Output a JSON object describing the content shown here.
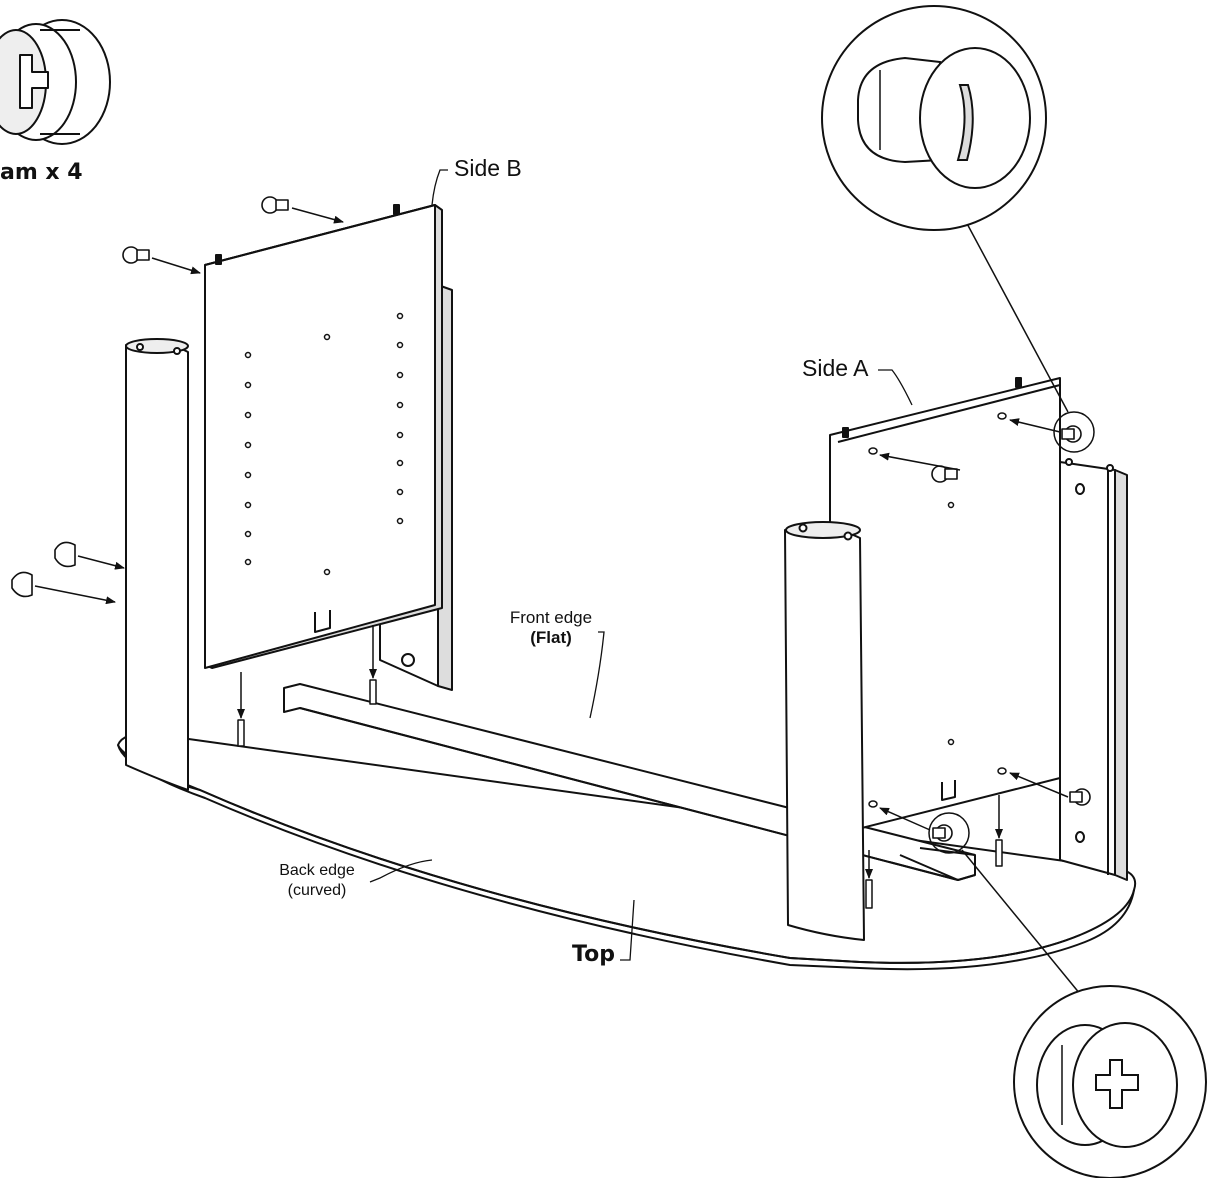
{
  "labels": {
    "cam_qty": "am x  4",
    "side_b": "Side B",
    "side_a": "Side A",
    "front_edge_line1": "Front edge",
    "front_edge_line2": "(Flat)",
    "back_edge_line1": "Back edge",
    "back_edge_line2": "(curved)",
    "top": "Top"
  },
  "icons": {
    "cam_lock": "cam-lock-icon",
    "cam_bolt": "cam-bolt-icon",
    "dowel_screw": "dowel-screw-icon"
  },
  "colors": {
    "stroke": "#111111",
    "fill": "#ffffff",
    "shade": "#e6e6e6"
  }
}
